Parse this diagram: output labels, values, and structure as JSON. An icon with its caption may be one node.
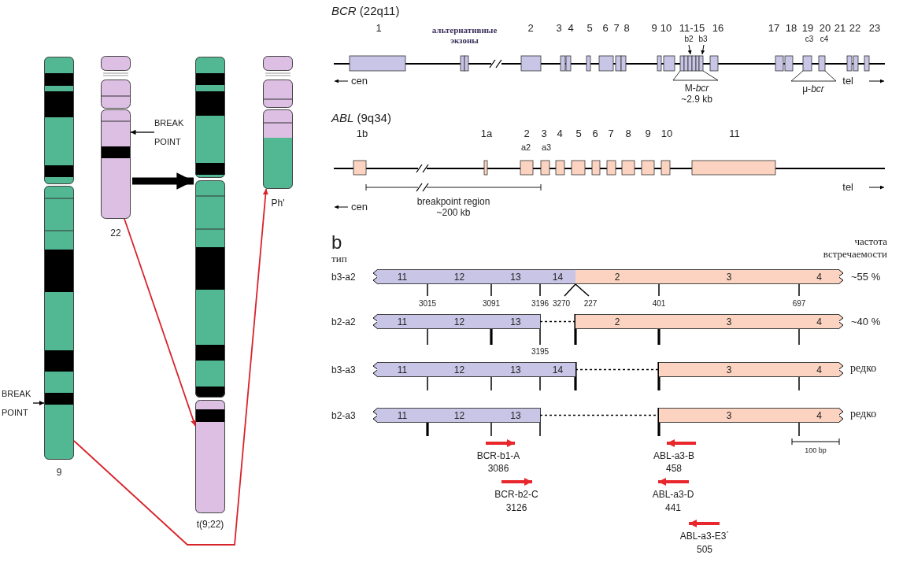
{
  "diagram": {
    "nodes": [
      {
        "text": [],
        "shape": "bar",
        "beside": [
          "9"
        ]
      },
      {
        "text": [],
        "shape": "bar",
        "beside": [
          "22"
        ]
      },
      {
        "text": [],
        "shape": "bar",
        "beside": [
          "t(9;22)"
        ]
      },
      {
        "text": [],
        "shape": "bar",
        "beside": [
          "Ph'"
        ]
      },
      {
        "text": [
          "BREAK POINT"
        ]
      },
      {
        "text": [
          "BREAK POINT"
        ]
      },
      {
        "text": [
          "11"
        ]
      },
      {
        "text": [
          "12"
        ]
      },
      {
        "text": [
          "13"
        ]
      },
      {
        "text": [
          "14"
        ]
      },
      {
        "text": [
          "2"
        ]
      },
      {
        "text": [
          "3"
        ]
      },
      {
        "text": [
          "4"
        ]
      },
      {
        "text": [
          "11"
        ]
      },
      {
        "text": [
          "12"
        ]
      },
      {
        "text": [
          "13"
        ]
      },
      {
        "text": [
          "2"
        ]
      },
      {
        "text": [
          "3"
        ]
      },
      {
        "text": [
          "4"
        ]
      },
      {
        "text": [
          "11"
        ]
      },
      {
        "text": [
          "12"
        ]
      },
      {
        "text": [
          "13"
        ]
      },
      {
        "text": [
          "14"
        ]
      },
      {
        "text": [
          "3"
        ]
      },
      {
        "text": [
          "4"
        ]
      },
      {
        "text": [
          "11"
        ]
      },
      {
        "text": [
          "12"
        ]
      },
      {
        "text": [
          "13"
        ]
      },
      {
        "text": [
          "3"
        ]
      },
      {
        "text": [
          "4"
        ]
      }
    ],
    "edges": [
      {
        "from": 0,
        "to": 3,
        "arrow": "to",
        "color": "#d9232b"
      },
      {
        "from": 1,
        "to": 2,
        "arrow": "to",
        "color": "#d9232b"
      },
      {
        "from": 1,
        "to": 2,
        "arrow": "to",
        "style": "thick"
      },
      {
        "from": 4,
        "to": 1,
        "arrow": "to"
      },
      {
        "from": 5,
        "to": 0,
        "arrow": "to"
      },
      {
        "from": 15,
        "to": 16,
        "arrow": "none",
        "style": "dashed"
      },
      {
        "from": 22,
        "to": 23,
        "arrow": "none",
        "style": "dashed"
      },
      {
        "from": 27,
        "to": 28,
        "arrow": "none",
        "style": "dashed"
      }
    ],
    "labels": [
      "*BCR* (22q11)",
      "1",
      "альтернативные экзоны",
      "2",
      "3",
      "4",
      "5",
      "6",
      "7",
      "8",
      "9",
      "10",
      "11-15",
      "16",
      "17",
      "18",
      "19",
      "20",
      "21",
      "22",
      "23",
      "b2",
      "b3",
      "c3",
      "c4",
      "cen",
      "M-*bcr* ~2.9 kb",
      "tel",
      "μ-*bcr*",
      "*ABL* (9q34)",
      "1b",
      "1a",
      "2",
      "3",
      "4",
      "5",
      "6",
      "7",
      "8",
      "9",
      "10",
      "11",
      "a2",
      "a3",
      "tel",
      "breakpoint region ~200 kb",
      "cen",
      "b",
      "частота встречаемости",
      "тип",
      "b3-a2",
      "~55 %",
      "3015",
      "3091",
      "3196",
      "3270",
      "227",
      "401",
      "697",
      "b2-a2",
      "~40 %",
      "3195",
      "b3-a3",
      "редко",
      "b2-a3",
      "редко",
      "100 bp",
      "BCR-b1-A",
      "3086",
      "ABL-a3-B",
      "458",
      "BCR-b2-C",
      "3126",
      "ABL-a3-D",
      "441",
      "ABL-a3-E3´",
      "505"
    ]
  }
}
